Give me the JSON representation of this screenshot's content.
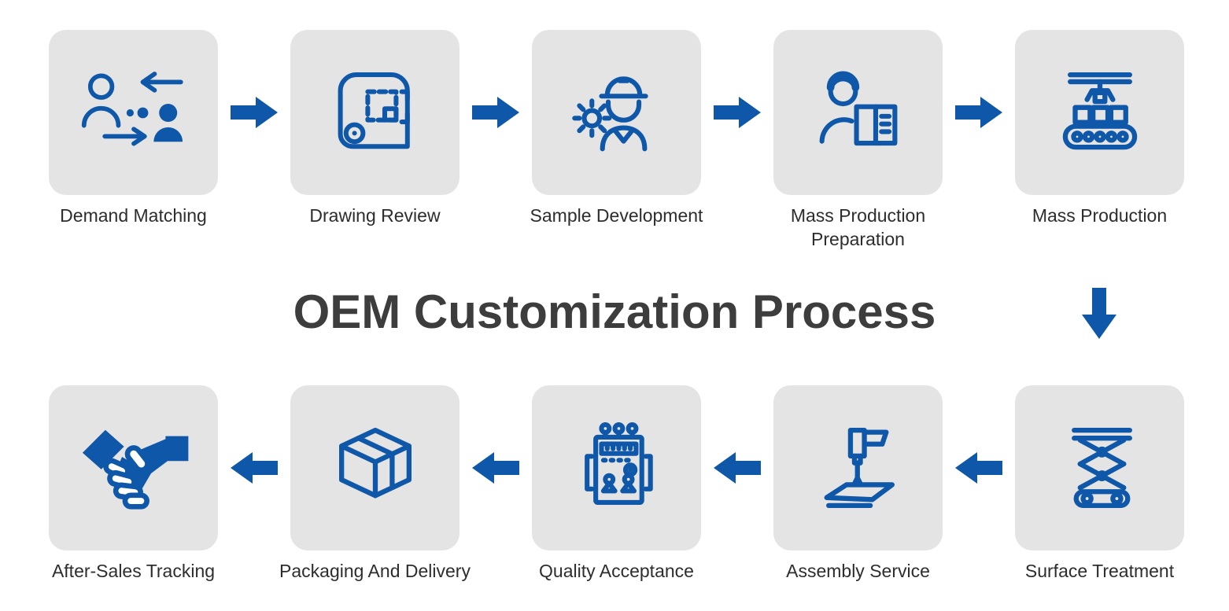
{
  "title": "OEM Customization Process",
  "colors": {
    "accent_blue": "#0e57a9",
    "card_bg": "#e4e4e4",
    "title_text": "#3d3d3d",
    "label_text": "#2d2d2d"
  },
  "top_row": {
    "direction": "left-to-right",
    "steps": [
      {
        "label": "Demand Matching",
        "icon": "demand-matching-icon"
      },
      {
        "label": "Drawing Review",
        "icon": "drawing-review-icon"
      },
      {
        "label": "Sample Development",
        "icon": "sample-development-icon"
      },
      {
        "label": "Mass Production Preparation",
        "icon": "mass-production-preparation-icon"
      },
      {
        "label": "Mass Production",
        "icon": "mass-production-icon"
      }
    ]
  },
  "connector": "down-arrow",
  "bottom_row": {
    "direction": "right-to-left",
    "steps": [
      {
        "label": "After-Sales Tracking",
        "icon": "after-sales-tracking-icon"
      },
      {
        "label": "Packaging And Delivery",
        "icon": "packaging-and-delivery-icon"
      },
      {
        "label": "Quality Acceptance",
        "icon": "quality-acceptance-icon"
      },
      {
        "label": "Assembly Service",
        "icon": "assembly-service-icon"
      },
      {
        "label": "Surface Treatment",
        "icon": "surface-treatment-icon"
      }
    ]
  }
}
